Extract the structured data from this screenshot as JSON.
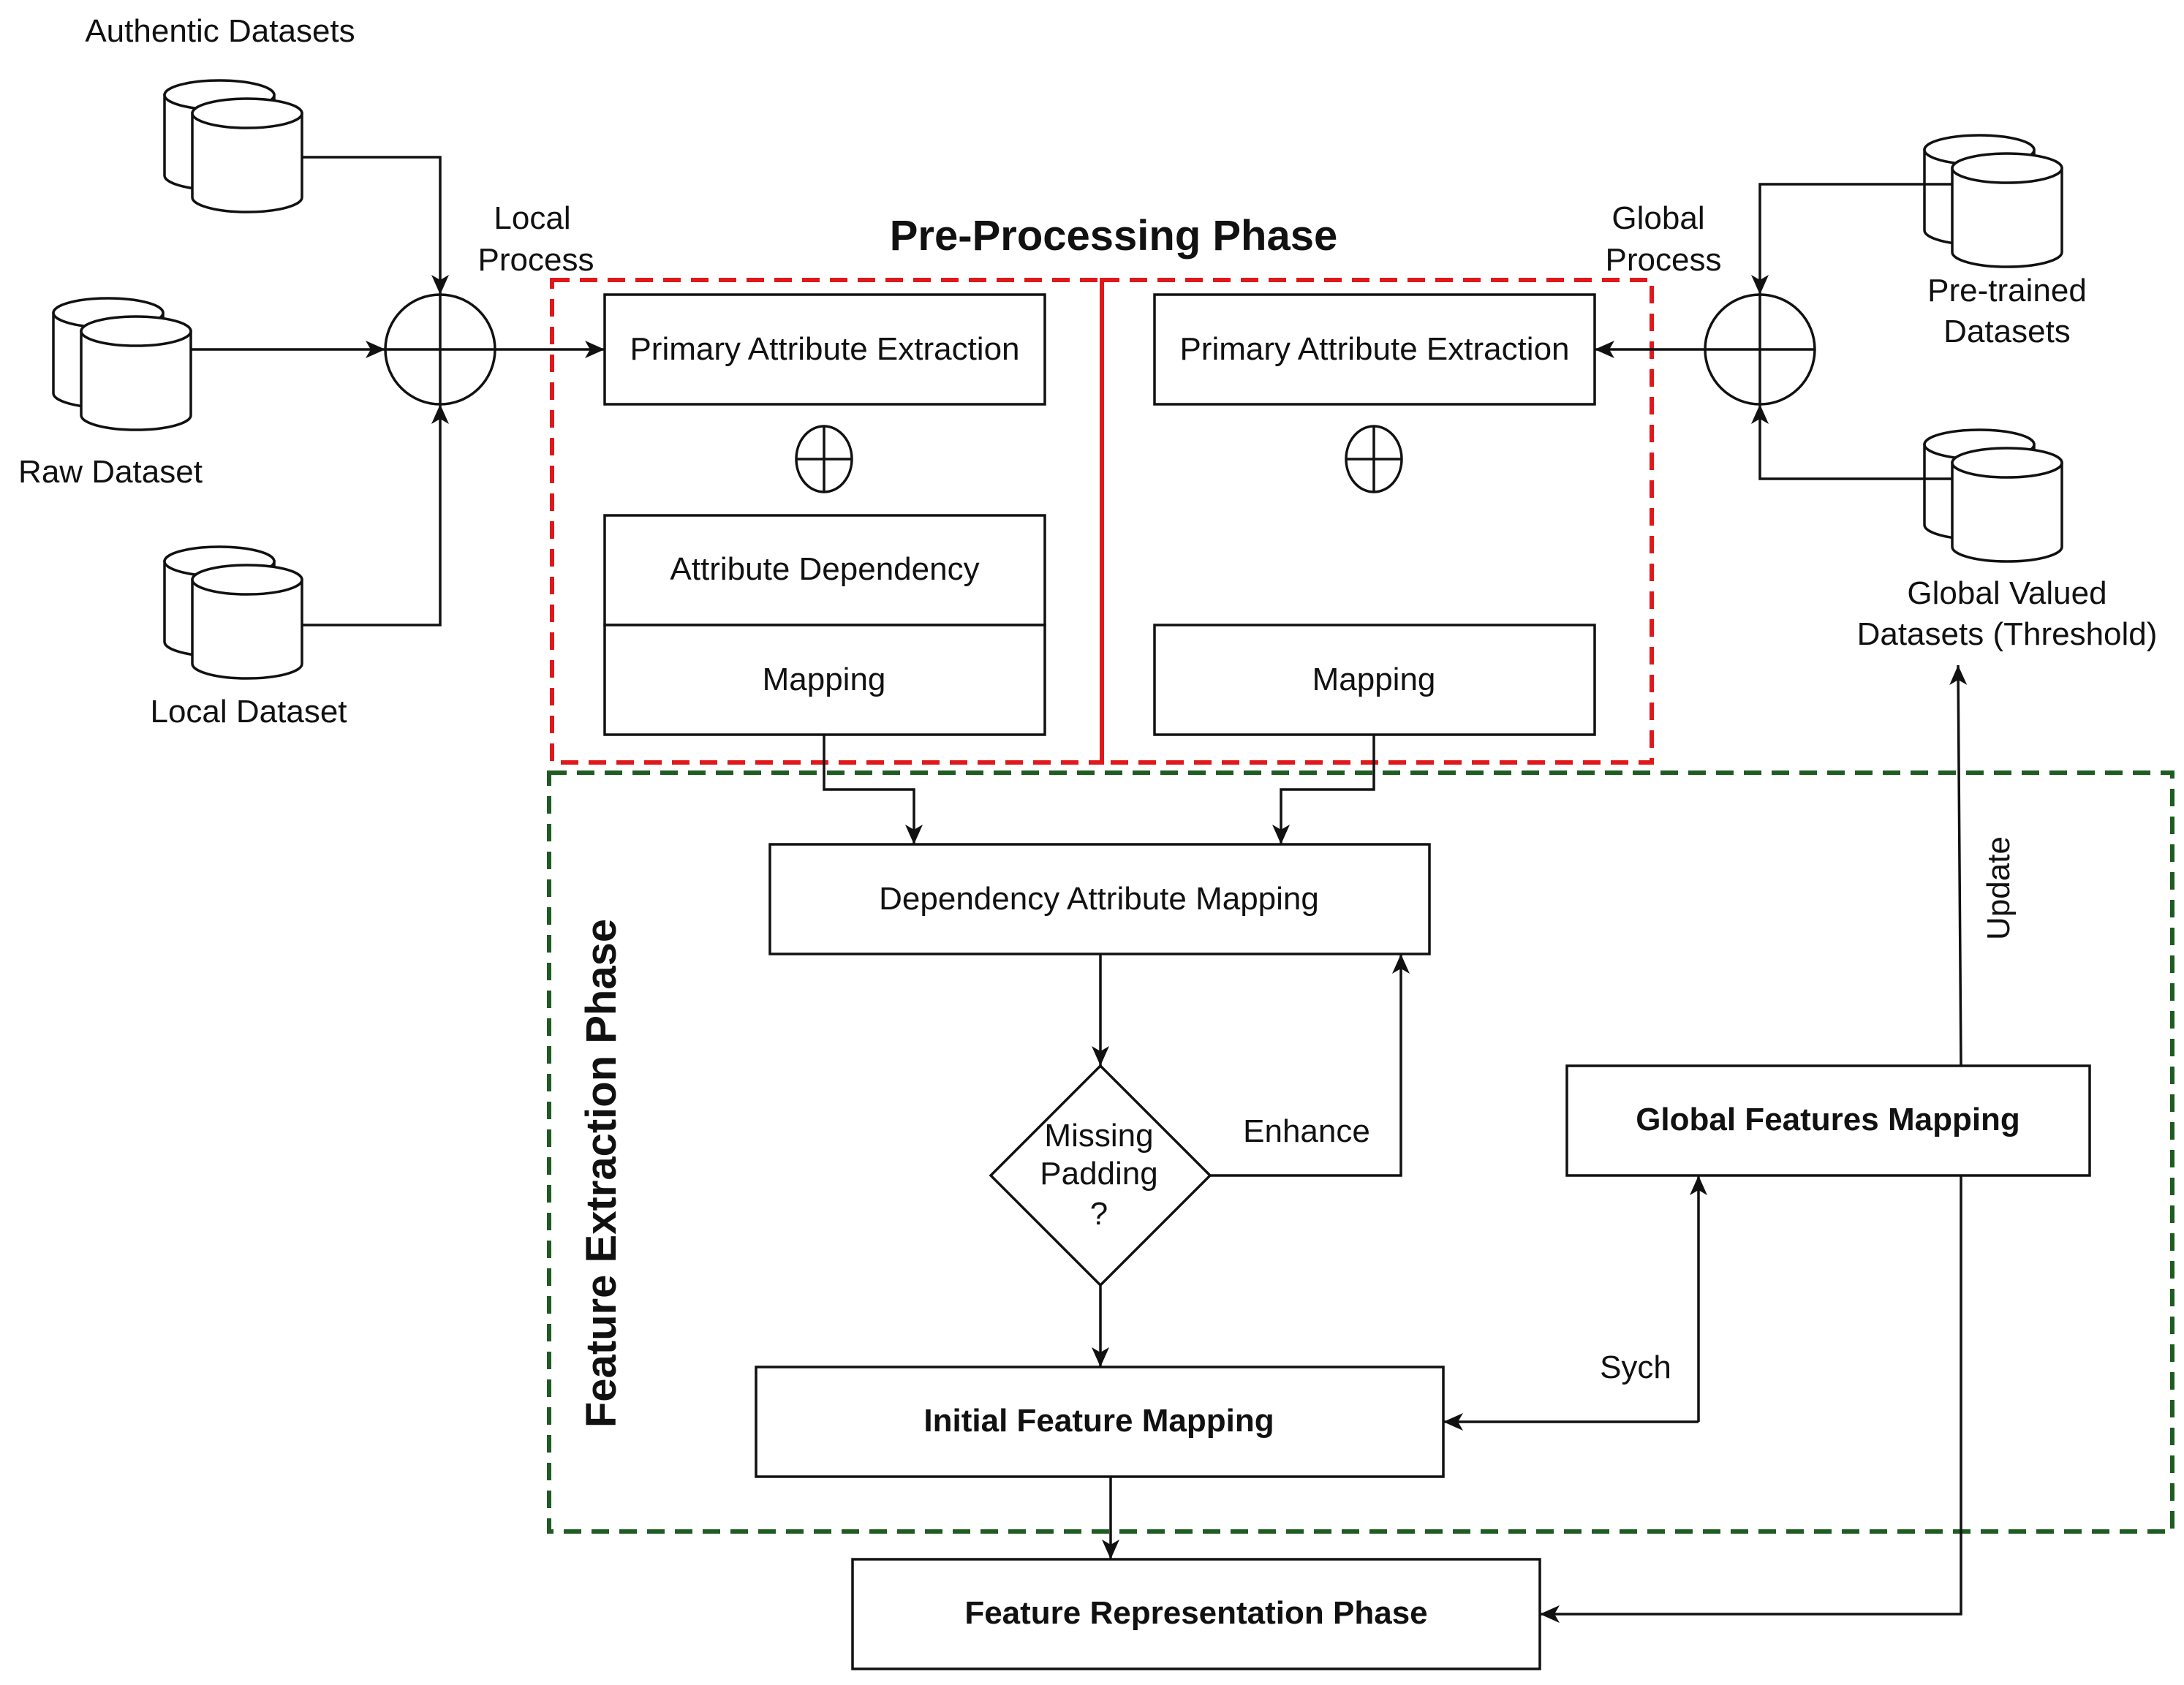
{
  "diagram": {
    "phases": {
      "preprocessing": "Pre-Processing Phase",
      "feature_extraction": "Feature Extraction Phase"
    },
    "sources": {
      "authentic": "Authentic Datasets",
      "raw": "Raw Dataset",
      "local": "Local Dataset",
      "pretrained_line1": "Pre-trained",
      "pretrained_line2": "Datasets",
      "global_valued_line1": "Global Valued",
      "global_valued_line2": "Datasets (Threshold)"
    },
    "processes": {
      "local_line1": "Local",
      "local_line2": "Process",
      "global_line1": "Global",
      "global_line2": "Process"
    },
    "boxes": {
      "primary_left": "Primary Attribute Extraction",
      "primary_right": "Primary Attribute Extraction",
      "attribute_dependency": "Attribute Dependency",
      "mapping_left": "Mapping",
      "mapping_right": "Mapping",
      "dependency_attribute_mapping": "Dependency Attribute Mapping",
      "decision_line1": "Missing",
      "decision_line2": "Padding",
      "decision_line3": "?",
      "initial_feature_mapping": "Initial Feature Mapping",
      "global_features_mapping": "Global Features Mapping",
      "feature_representation": "Feature Representation Phase"
    },
    "edge_labels": {
      "enhance": "Enhance",
      "sych": "Sych",
      "update": "Update"
    },
    "colors": {
      "preprocessing_border": "#e0181b",
      "feature_extraction_border": "#1e5c22",
      "stroke": "#111111"
    }
  }
}
